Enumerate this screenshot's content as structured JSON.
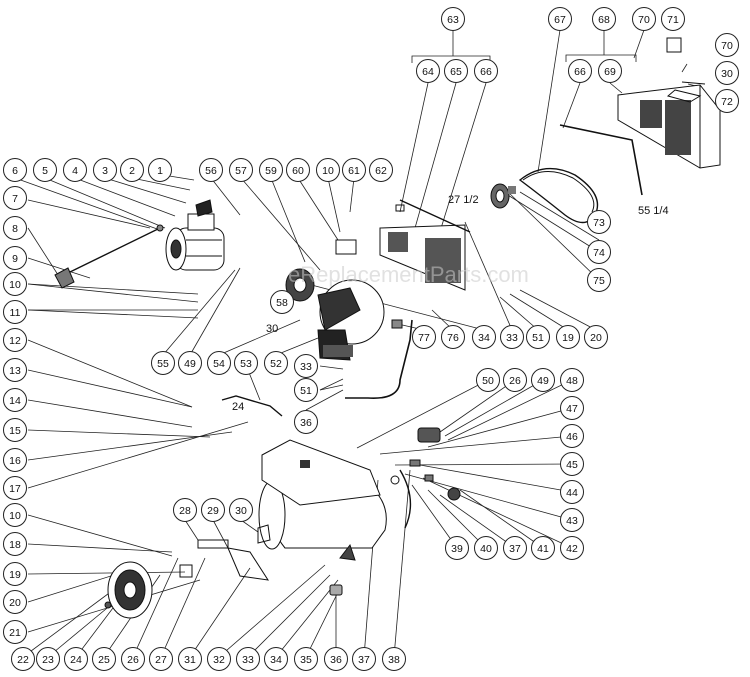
{
  "watermark": "eReplacementParts.com",
  "callouts": {
    "c63": "63",
    "c64": "64",
    "c65": "65",
    "c66a": "66",
    "c67": "67",
    "c68": "68",
    "c70a": "70",
    "c71": "71",
    "c70b": "70",
    "c30a": "30",
    "c72": "72",
    "c66b": "66",
    "c69": "69",
    "c6": "6",
    "c5": "5",
    "c4": "4",
    "c3": "3",
    "c2": "2",
    "c1": "1",
    "c56": "56",
    "c57": "57",
    "c59": "59",
    "c60": "60",
    "c10a": "10",
    "c61": "61",
    "c62": "62",
    "c7": "7",
    "c8": "8",
    "c9": "9",
    "c10b": "10",
    "c11": "11",
    "c73": "73",
    "c74": "74",
    "c75": "75",
    "c58": "58",
    "c55": "55",
    "c49a": "49",
    "c54": "54",
    "c52": "52",
    "c77": "77",
    "c76": "76",
    "c34a": "34",
    "c33a": "33",
    "c51a": "51",
    "c19a": "19",
    "c20a": "20",
    "c12": "12",
    "c13": "13",
    "c14": "14",
    "c15": "15",
    "c16": "16",
    "c17": "17",
    "c10c": "10",
    "c18": "18",
    "c19b": "19",
    "c20b": "20",
    "c21": "21",
    "c53": "53",
    "c33b": "33",
    "c51b": "51",
    "c36a": "36",
    "c50": "50",
    "c26a": "26",
    "c49b": "49",
    "c48": "48",
    "c47": "47",
    "c46": "46",
    "c45": "45",
    "c44": "44",
    "c43": "43",
    "c42": "42",
    "c41": "41",
    "c37a": "37",
    "c40": "40",
    "c39": "39",
    "c28": "28",
    "c29": "29",
    "c30b": "30",
    "b22": "22",
    "b23": "23",
    "b24": "24",
    "b25": "25",
    "b26": "26",
    "b27": "27",
    "b31": "31",
    "b32": "32",
    "b33": "33",
    "b34": "34",
    "b35": "35",
    "b36": "36",
    "b37": "37",
    "b38": "38"
  },
  "labels": {
    "l30a": "30",
    "l24": "24",
    "dim_27_half": "27 1/2",
    "dim_55_quarter": "55 1/4"
  }
}
